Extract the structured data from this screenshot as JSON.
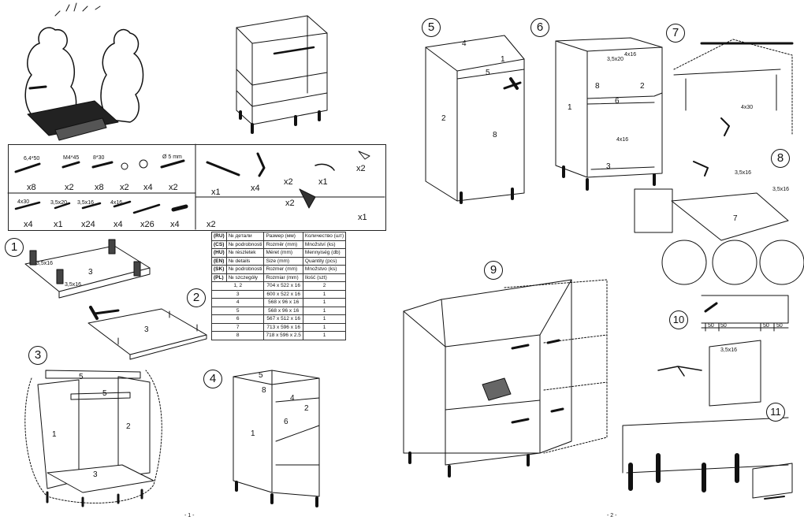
{
  "steps": [
    "1",
    "2",
    "3",
    "4",
    "5",
    "6",
    "7",
    "8",
    "9",
    "10",
    "11"
  ],
  "parts": {
    "hardware": [
      {
        "spec": "6,4*50",
        "qty": "x8"
      },
      {
        "spec": "M4*45",
        "qty": "x2"
      },
      {
        "spec": "8*30",
        "qty": "x8"
      },
      {
        "spec": "",
        "qty": "x2"
      },
      {
        "spec": "",
        "qty": "x4"
      },
      {
        "spec": "Ø 5 mm",
        "qty": "x2"
      }
    ],
    "fittings": [
      {
        "qty": "x1"
      },
      {
        "qty": "x4"
      },
      {
        "qty": "x2"
      },
      {
        "qty": "x1"
      },
      {
        "qty": "x2"
      }
    ],
    "screws": [
      {
        "spec": "4x30",
        "qty": "x4"
      },
      {
        "spec": "3,5x20",
        "qty": "x1"
      },
      {
        "spec": "3,5x16",
        "qty": "x24"
      },
      {
        "spec": "4x16",
        "qty": "x4"
      },
      {
        "spec": "",
        "qty": "x26"
      },
      {
        "spec": "",
        "qty": "x4"
      }
    ],
    "fittings2": [
      {
        "qty": "x2"
      },
      {
        "qty": "x2"
      },
      {
        "qty": "x1"
      }
    ]
  },
  "table": {
    "header": [
      [
        "(RU)",
        "№ детали",
        "Размер (мм)",
        "Количество (шт)"
      ],
      [
        "(CS)",
        "№ podrobnosti",
        "Rozměr (mm)",
        "Množství (ks)"
      ],
      [
        "(HU)",
        "№ részletek",
        "Méret (mm)",
        "Mennyiség (db)"
      ],
      [
        "(EN)",
        "№ details",
        "Size (mm)",
        "Quantity (pcs)"
      ],
      [
        "(SK)",
        "№ podrobnosti",
        "Rozmer (mm)",
        "Množstvo (ks)"
      ],
      [
        "(PL)",
        "№ szczegóły",
        "Rozmiar (mm)",
        "Ilość (szt)"
      ]
    ],
    "rows": [
      [
        "1, 2",
        "704 x 522 x 16",
        "2"
      ],
      [
        "3",
        "600 x 522 x 16",
        "1"
      ],
      [
        "4",
        "568 x 96 x 16",
        "1"
      ],
      [
        "5",
        "568 x 96 x 16",
        "1"
      ],
      [
        "6",
        "567 x 512 x 16",
        "1"
      ],
      [
        "7",
        "713 x 596 x 16",
        "1"
      ],
      [
        "8",
        "718 x 596 x 2.5",
        "1"
      ]
    ]
  },
  "labels": {
    "s1_screw_a": "3,5x16",
    "s1_screw_b": "3,5x16",
    "s1_panel": "3",
    "s2_panel": "3",
    "s3_p1": "1",
    "s3_p2": "2",
    "s3_p3": "3",
    "s3_p5a": "5",
    "s3_p5b": "5",
    "s4_p1": "1",
    "s4_p2": "2",
    "s4_p4": "4",
    "s4_p5": "5",
    "s4_p6": "6",
    "s4_p8": "8",
    "s5_p1": "1",
    "s5_p2": "2",
    "s5_p4": "4",
    "s5_p5": "5",
    "s5_p8": "8",
    "s6_p1": "1",
    "s6_p2": "2",
    "s6_p3": "3",
    "s6_p6": "6",
    "s6_p8": "8",
    "s6_s1": "3,5x20",
    "s6_s2": "4x16",
    "s6_s3": "4x16",
    "s7_screw": "4x30",
    "s8_p7": "7",
    "s8_s1": "3,5x16",
    "s8_s2": "3,5x16",
    "s10_d1": "50",
    "s10_d2": "50",
    "s10_d3": "50",
    "s10_d4": "50",
    "s11_screw": "3,5x16"
  },
  "pages": {
    "left": "- 1 -",
    "right": "- 2 -"
  }
}
